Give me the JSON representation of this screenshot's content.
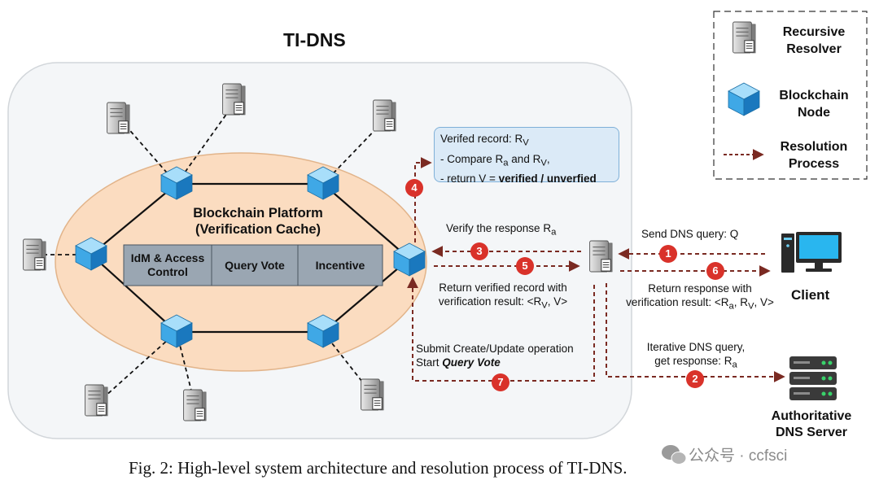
{
  "diagram": {
    "title": "TI-DNS",
    "platform_title_line1": "Blockchain Platform",
    "platform_title_line2": "(Verification Cache)",
    "modules": [
      "IdM & Access Control",
      "Query Vote",
      "Incentive"
    ],
    "note": {
      "line1": "Verifed record: R",
      "line1_sub": "V",
      "line2": "- Compare R",
      "line2_sub_a": "a",
      "line2_mid": " and R",
      "line2_sub_v": "V",
      "line2_end": ",",
      "line3_prefix": "- return V = ",
      "line3_bold": "verified / unverfied"
    },
    "flow": {
      "verify": "Verify the response R",
      "verify_sub": "a",
      "return_verified_1": "Return verified record with",
      "return_verified_2": "verification result: <R",
      "return_verified_2_sub": "V",
      "return_verified_2_end": ", V>",
      "submit_1": "Submit Create/Update operation",
      "submit_2_prefix": "Start ",
      "submit_2_italic": "Query Vote",
      "send_query": "Send DNS query: Q",
      "return_response_1": "Return response with",
      "return_response_2": "verification result: <R",
      "return_response_2_sub_a": "a",
      "return_response_2_mid": ", R",
      "return_response_2_sub_v": "V",
      "return_response_2_end": ", V>",
      "iterative_1": "Iterative DNS query,",
      "iterative_2": "get response: R",
      "iterative_2_sub": "a"
    },
    "steps": [
      "1",
      "2",
      "3",
      "4",
      "5",
      "6",
      "7"
    ],
    "client_label": "Client",
    "auth_server_line1": "Authoritative",
    "auth_server_line2": "DNS Server"
  },
  "legend": {
    "recursive_resolver_1": "Recursive",
    "recursive_resolver_2": "Resolver",
    "blockchain_node_1": "Blockchain",
    "blockchain_node_2": "Node",
    "resolution_process_1": "Resolution",
    "resolution_process_2": "Process"
  },
  "caption": "Fig. 2: High-level system architecture and resolution process of TI-DNS.",
  "watermark": "公众号 · ccfsci",
  "colors": {
    "ellipse_fill": "#fbdcc0",
    "panel_fill": "#f4f6f8",
    "module_fill": "#9aa6b2",
    "arrow": "#7a2a22",
    "badge": "#d9322a",
    "cube_light": "#6fc6ee",
    "cube_dark": "#1f86c9"
  }
}
